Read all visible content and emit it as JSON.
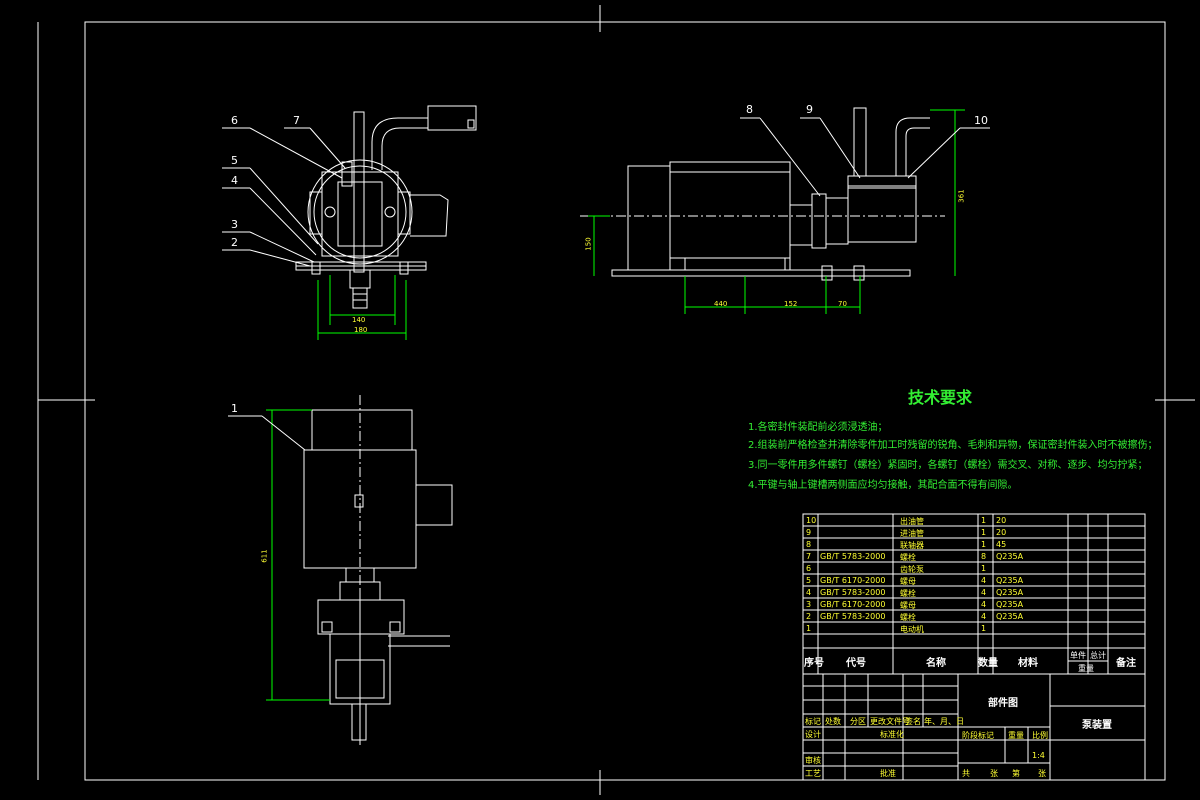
{
  "tech_requirements": {
    "title": "技术要求",
    "lines": [
      "1.各密封件装配前必须浸透油；",
      "2.组装前严格检查并清除零件加工时残留的锐角、毛刺和异物，保证密封件装入时不被擦伤；",
      "3.同一零件用多件螺钉（螺栓）紧固时，各螺钉（螺栓）需交叉、对称、逐步、均匀拧紧；",
      "4.平键与轴上键槽两侧面应均匀接触，其配合面不得有间隙。"
    ]
  },
  "part_labels": [
    "1",
    "2",
    "3",
    "4",
    "5",
    "6",
    "7",
    "8",
    "9",
    "10"
  ],
  "dimensions": {
    "front_inner": "140",
    "front_outer": "180",
    "side_height": "150",
    "side_total_height": "361",
    "side_a": "440",
    "side_b": "152",
    "side_c": "70",
    "plan_height": "611"
  },
  "bom": {
    "rows": [
      {
        "no": "10",
        "code": "",
        "name": "出油管",
        "qty": "1",
        "material": "20"
      },
      {
        "no": "9",
        "code": "",
        "name": "进油管",
        "qty": "1",
        "material": "20"
      },
      {
        "no": "8",
        "code": "",
        "name": "联轴器",
        "qty": "1",
        "material": "45"
      },
      {
        "no": "7",
        "code": "GB/T 5783-2000",
        "name": "螺栓",
        "qty": "8",
        "material": "Q235A"
      },
      {
        "no": "6",
        "code": "",
        "name": "齿轮泵",
        "qty": "1",
        "material": ""
      },
      {
        "no": "5",
        "code": "GB/T 6170-2000",
        "name": "螺母",
        "qty": "4",
        "material": "Q235A"
      },
      {
        "no": "4",
        "code": "GB/T 5783-2000",
        "name": "螺栓",
        "qty": "4",
        "material": "Q235A"
      },
      {
        "no": "3",
        "code": "GB/T 6170-2000",
        "name": "螺母",
        "qty": "4",
        "material": "Q235A"
      },
      {
        "no": "2",
        "code": "GB/T 5783-2000",
        "name": "螺栓",
        "qty": "4",
        "material": "Q235A"
      },
      {
        "no": "1",
        "code": "",
        "name": "电动机",
        "qty": "1",
        "material": ""
      }
    ],
    "headers": {
      "no": "序号",
      "code": "代号",
      "name": "名称",
      "qty": "数量",
      "material": "材料",
      "unit": "单件",
      "total": "总计",
      "weight": "重量",
      "remark": "备注"
    }
  },
  "title_block": {
    "drawing_type": "部件图",
    "drawing_name": "泵装置",
    "rev_cols": [
      "标记",
      "处数",
      "分区",
      "更改文件号",
      "签名",
      "年、月、日"
    ],
    "design": "设计",
    "standard": "标准化",
    "review": "审核",
    "process": "工艺",
    "approve": "批准",
    "stage_mark": "阶段标记",
    "weight": "重量",
    "scale": "比例",
    "scale_value": "1:4",
    "sheets_left": "共",
    "sheets_mid": "张",
    "sheet_of": "第",
    "sheet_end": "张"
  },
  "colors": {
    "background": "#000000",
    "line": "#ffffff",
    "dimension": "#00ff00",
    "text_yellow": "#ffff33",
    "tech_text": "#33ee33"
  }
}
